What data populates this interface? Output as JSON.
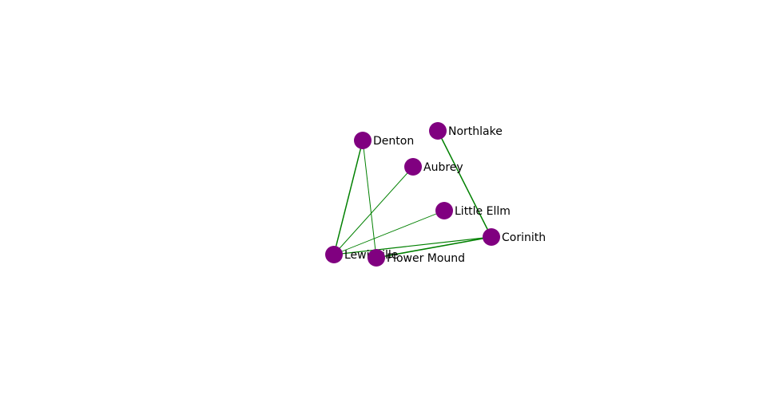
{
  "graph": {
    "node_color": "#800080",
    "edge_color": "#008000",
    "nodes": [
      {
        "id": "denton",
        "label": "Denton"
      },
      {
        "id": "northlake",
        "label": "Northlake"
      },
      {
        "id": "aubrey",
        "label": "Aubrey"
      },
      {
        "id": "little-ellm",
        "label": "Little Ellm"
      },
      {
        "id": "corinith",
        "label": "Corinith"
      },
      {
        "id": "lewisville",
        "label": "Lewisville"
      },
      {
        "id": "flower-mound",
        "label": "Flower Mound"
      }
    ],
    "edges": [
      {
        "source": "denton",
        "target": "lewisville"
      },
      {
        "source": "denton",
        "target": "flower-mound"
      },
      {
        "source": "aubrey",
        "target": "lewisville"
      },
      {
        "source": "little-ellm",
        "target": "lewisville"
      },
      {
        "source": "northlake",
        "target": "corinith"
      },
      {
        "source": "corinith",
        "target": "flower-mound"
      },
      {
        "source": "corinith",
        "target": "lewisville"
      }
    ]
  }
}
